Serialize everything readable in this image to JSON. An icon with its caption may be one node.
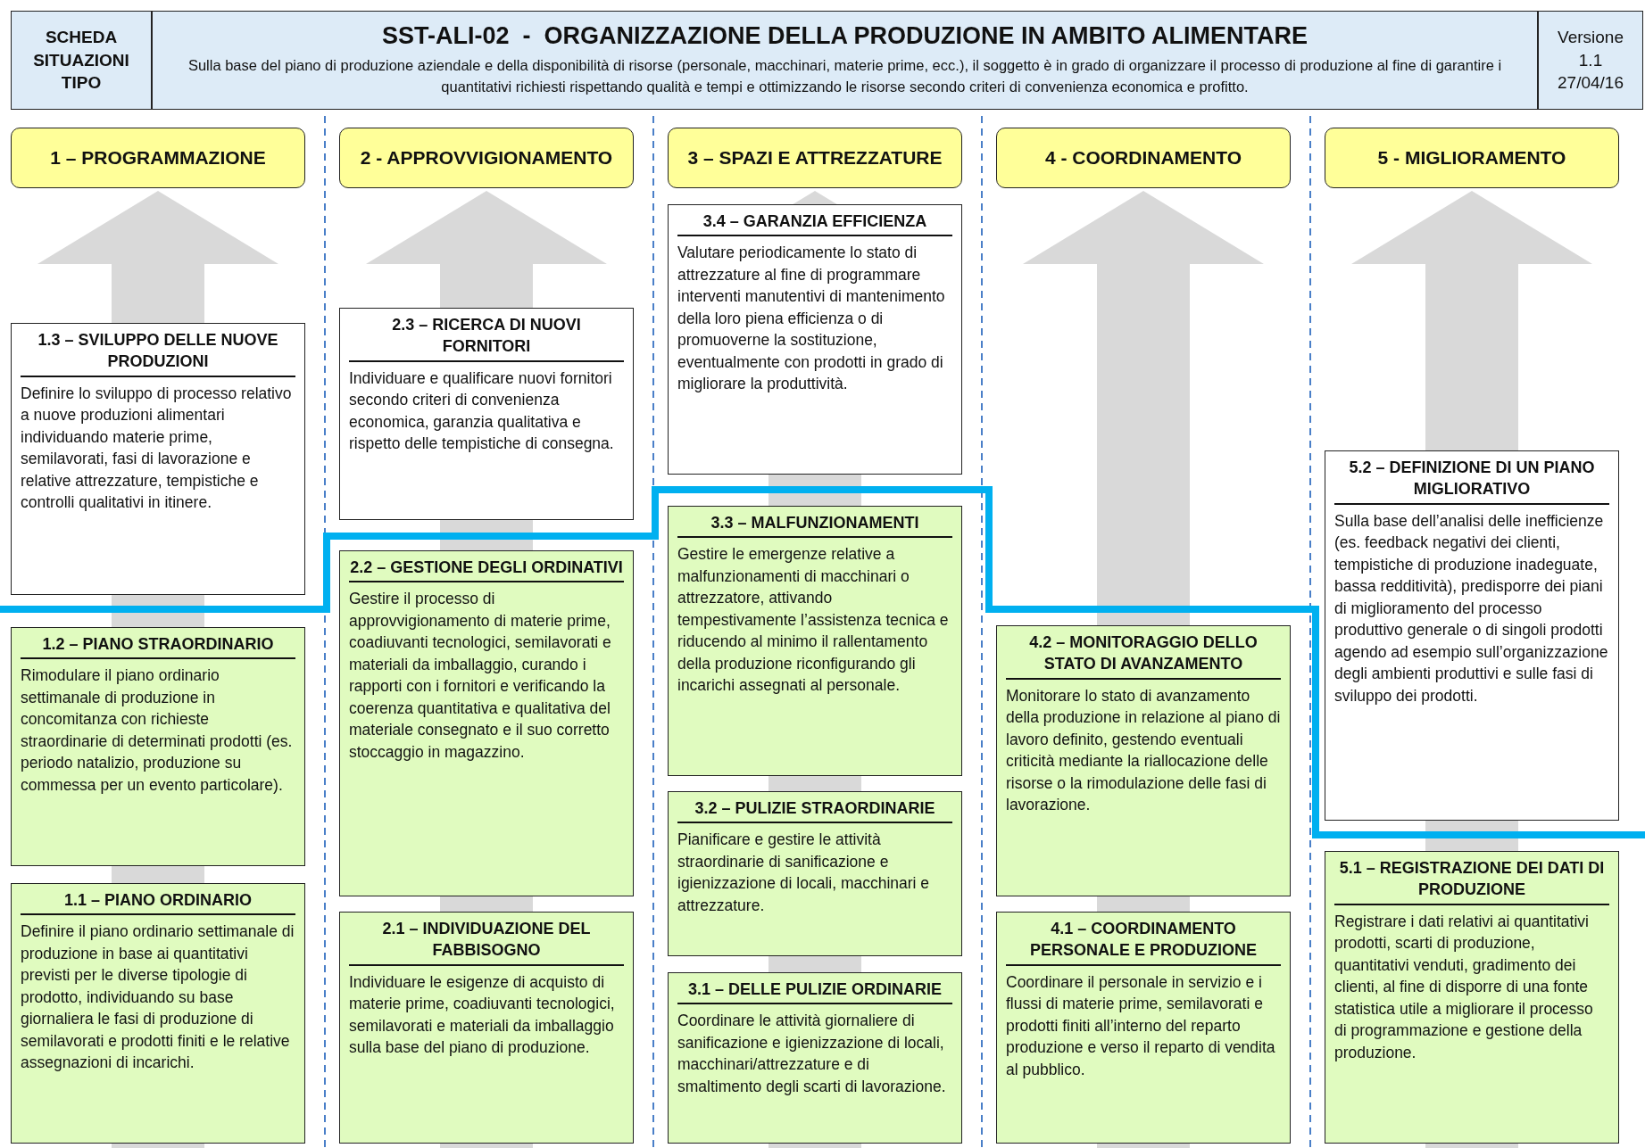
{
  "diagram": {
    "nodes": [
      {
        "text": [
          "SCHEDA SITUAZIONI TIPO"
        ]
      },
      {
        "text": [
          "SST-ALI-02  -  ORGANIZZAZIONE DELLA PRODUZIONE IN AMBITO ALIMENTARE",
          "Sulla base del piano di produzione aziendale e della disponibilità di risorse (personale, macchinari, materie prime, ecc.), il soggetto è in grado di organizzare il processo di produzione al fine di garantire i quantitativi richiesti rispettando qualità e tempi e ottimizzando le risorse secondo criteri di convenienza economica e profitto."
        ]
      },
      {
        "text": [
          "Versione 1.1 27/04/16"
        ]
      },
      {
        "text": [
          "1 – PROGRAMMAZIONE"
        ]
      },
      {
        "text": [
          "2 - APPROVVIGIONAMENTO"
        ]
      },
      {
        "text": [
          "3 – SPAZI E ATTREZZATURE"
        ]
      },
      {
        "text": [
          "4 - COORDINAMENTO"
        ]
      },
      {
        "text": [
          "5 - MIGLIORAMENTO"
        ]
      },
      {
        "text": [
          "1.3 – SVILUPPO DELLE NUOVE PRODUZIONI",
          "Definire lo sviluppo di processo relativo a nuove produzioni alimentari individuando materie prime, semilavorati, fasi di lavorazione e relative attrezzature, tempistiche e controlli qualitativi in itinere."
        ]
      },
      {
        "text": [
          "1.2 – PIANO STRAORDINARIO",
          "Rimodulare il piano ordinario settimanale di produzione in concomitanza con richieste straordinarie di determinati prodotti (es. periodo natalizio, produzione su commessa per un evento particolare)."
        ]
      },
      {
        "text": [
          "1.1 – PIANO ORDINARIO",
          "Definire il piano ordinario settimanale di produzione in base ai quantitativi previsti per le diverse tipologie di prodotto, individuando su base giornaliera le fasi di produzione di semilavorati e prodotti finiti e le relative assegnazioni di incarichi."
        ]
      },
      {
        "text": [
          "2.3 – RICERCA DI NUOVI FORNITORI",
          "Individuare e qualificare nuovi fornitori secondo criteri di convenienza economica, garanzia qualitativa e rispetto delle tempistiche di consegna."
        ]
      },
      {
        "text": [
          "2.2 – GESTIONE DEGLI ORDINATIVI",
          "Gestire il processo di approvvigionamento di materie prime, coadiuvanti tecnologici, semilavorati e materiali da imballaggio, curando i rapporti con i fornitori e verificando la coerenza quantitativa e qualitativa del materiale consegnato e il suo corretto stoccaggio in magazzino."
        ]
      },
      {
        "text": [
          "2.1 – INDIVIDUAZIONE DEL FABBISOGNO",
          "Individuare le esigenze di acquisto di materie prime, coadiuvanti tecnologici, semilavorati e materiali da imballaggio sulla base del piano di produzione."
        ]
      },
      {
        "text": [
          "3.4 – GARANZIA EFFICIENZA",
          "Valutare periodicamente lo stato di attrezzature al fine di programmare interventi manutentivi di mantenimento della loro piena efficienza o di promuoverne la sostituzione, eventualmente con prodotti in grado di migliorare la produttività."
        ]
      },
      {
        "text": [
          "3.3 – MALFUNZIONAMENTI",
          "Gestire le emergenze relative a malfunzionamenti di macchinari o attrezzatore, attivando tempestivamente l’assistenza tecnica e riducendo al minimo il rallentamento della produzione riconfigurando gli incarichi assegnati al personale."
        ]
      },
      {
        "text": [
          "3.2 – PULIZIE STRAORDINARIE",
          "Pianificare e gestire le attività straordinarie di sanificazione e igienizzazione di locali, macchinari e attrezzature."
        ]
      },
      {
        "text": [
          "3.1 – DELLE PULIZIE ORDINARIE",
          "Coordinare le attività giornaliere di sanificazione e igienizzazione di locali, macchinari/attrezzature e di smaltimento degli scarti di lavorazione."
        ]
      },
      {
        "text": [
          "4.2 – MONITORAGGIO DELLO STATO DI AVANZAMENTO",
          "Monitorare lo stato di avanzamento della produzione in relazione al piano di lavoro definito, gestendo eventuali criticità mediante la riallocazione delle risorse o la rimodulazione delle fasi di lavorazione."
        ]
      },
      {
        "text": [
          "4.1 – COORDINAMENTO PERSONALE E PRODUZIONE",
          "Coordinare il personale in servizio e i flussi di materie prime, semilavorati e prodotti finiti all’interno del reparto produzione e verso il reparto di vendita al pubblico."
        ]
      },
      {
        "text": [
          "5.2 – DEFINIZIONE DI UN PIANO MIGLIORATIVO",
          "Sulla base dell’analisi delle inefficienze (es. feedback negativi dei clienti, tempistiche di produzione inadeguate, bassa redditività), predisporre dei piani di miglioramento del processo produttivo generale o di singoli prodotti agendo ad esempio sull’organizzazione degli ambienti produttivi e sulle fasi di sviluppo dei prodotti."
        ]
      },
      {
        "text": [
          "5.1 – REGISTRAZIONE DEI DATI DI PRODUZIONE",
          "Registrare i dati relativi ai quantitativi prodotti, scarti di produzione, quantitativi venduti, gradimento dei clienti, al fine di disporre di una fonte statistica utile a migliorare il processo di programmazione e gestione della produzione."
        ]
      }
    ]
  }
}
